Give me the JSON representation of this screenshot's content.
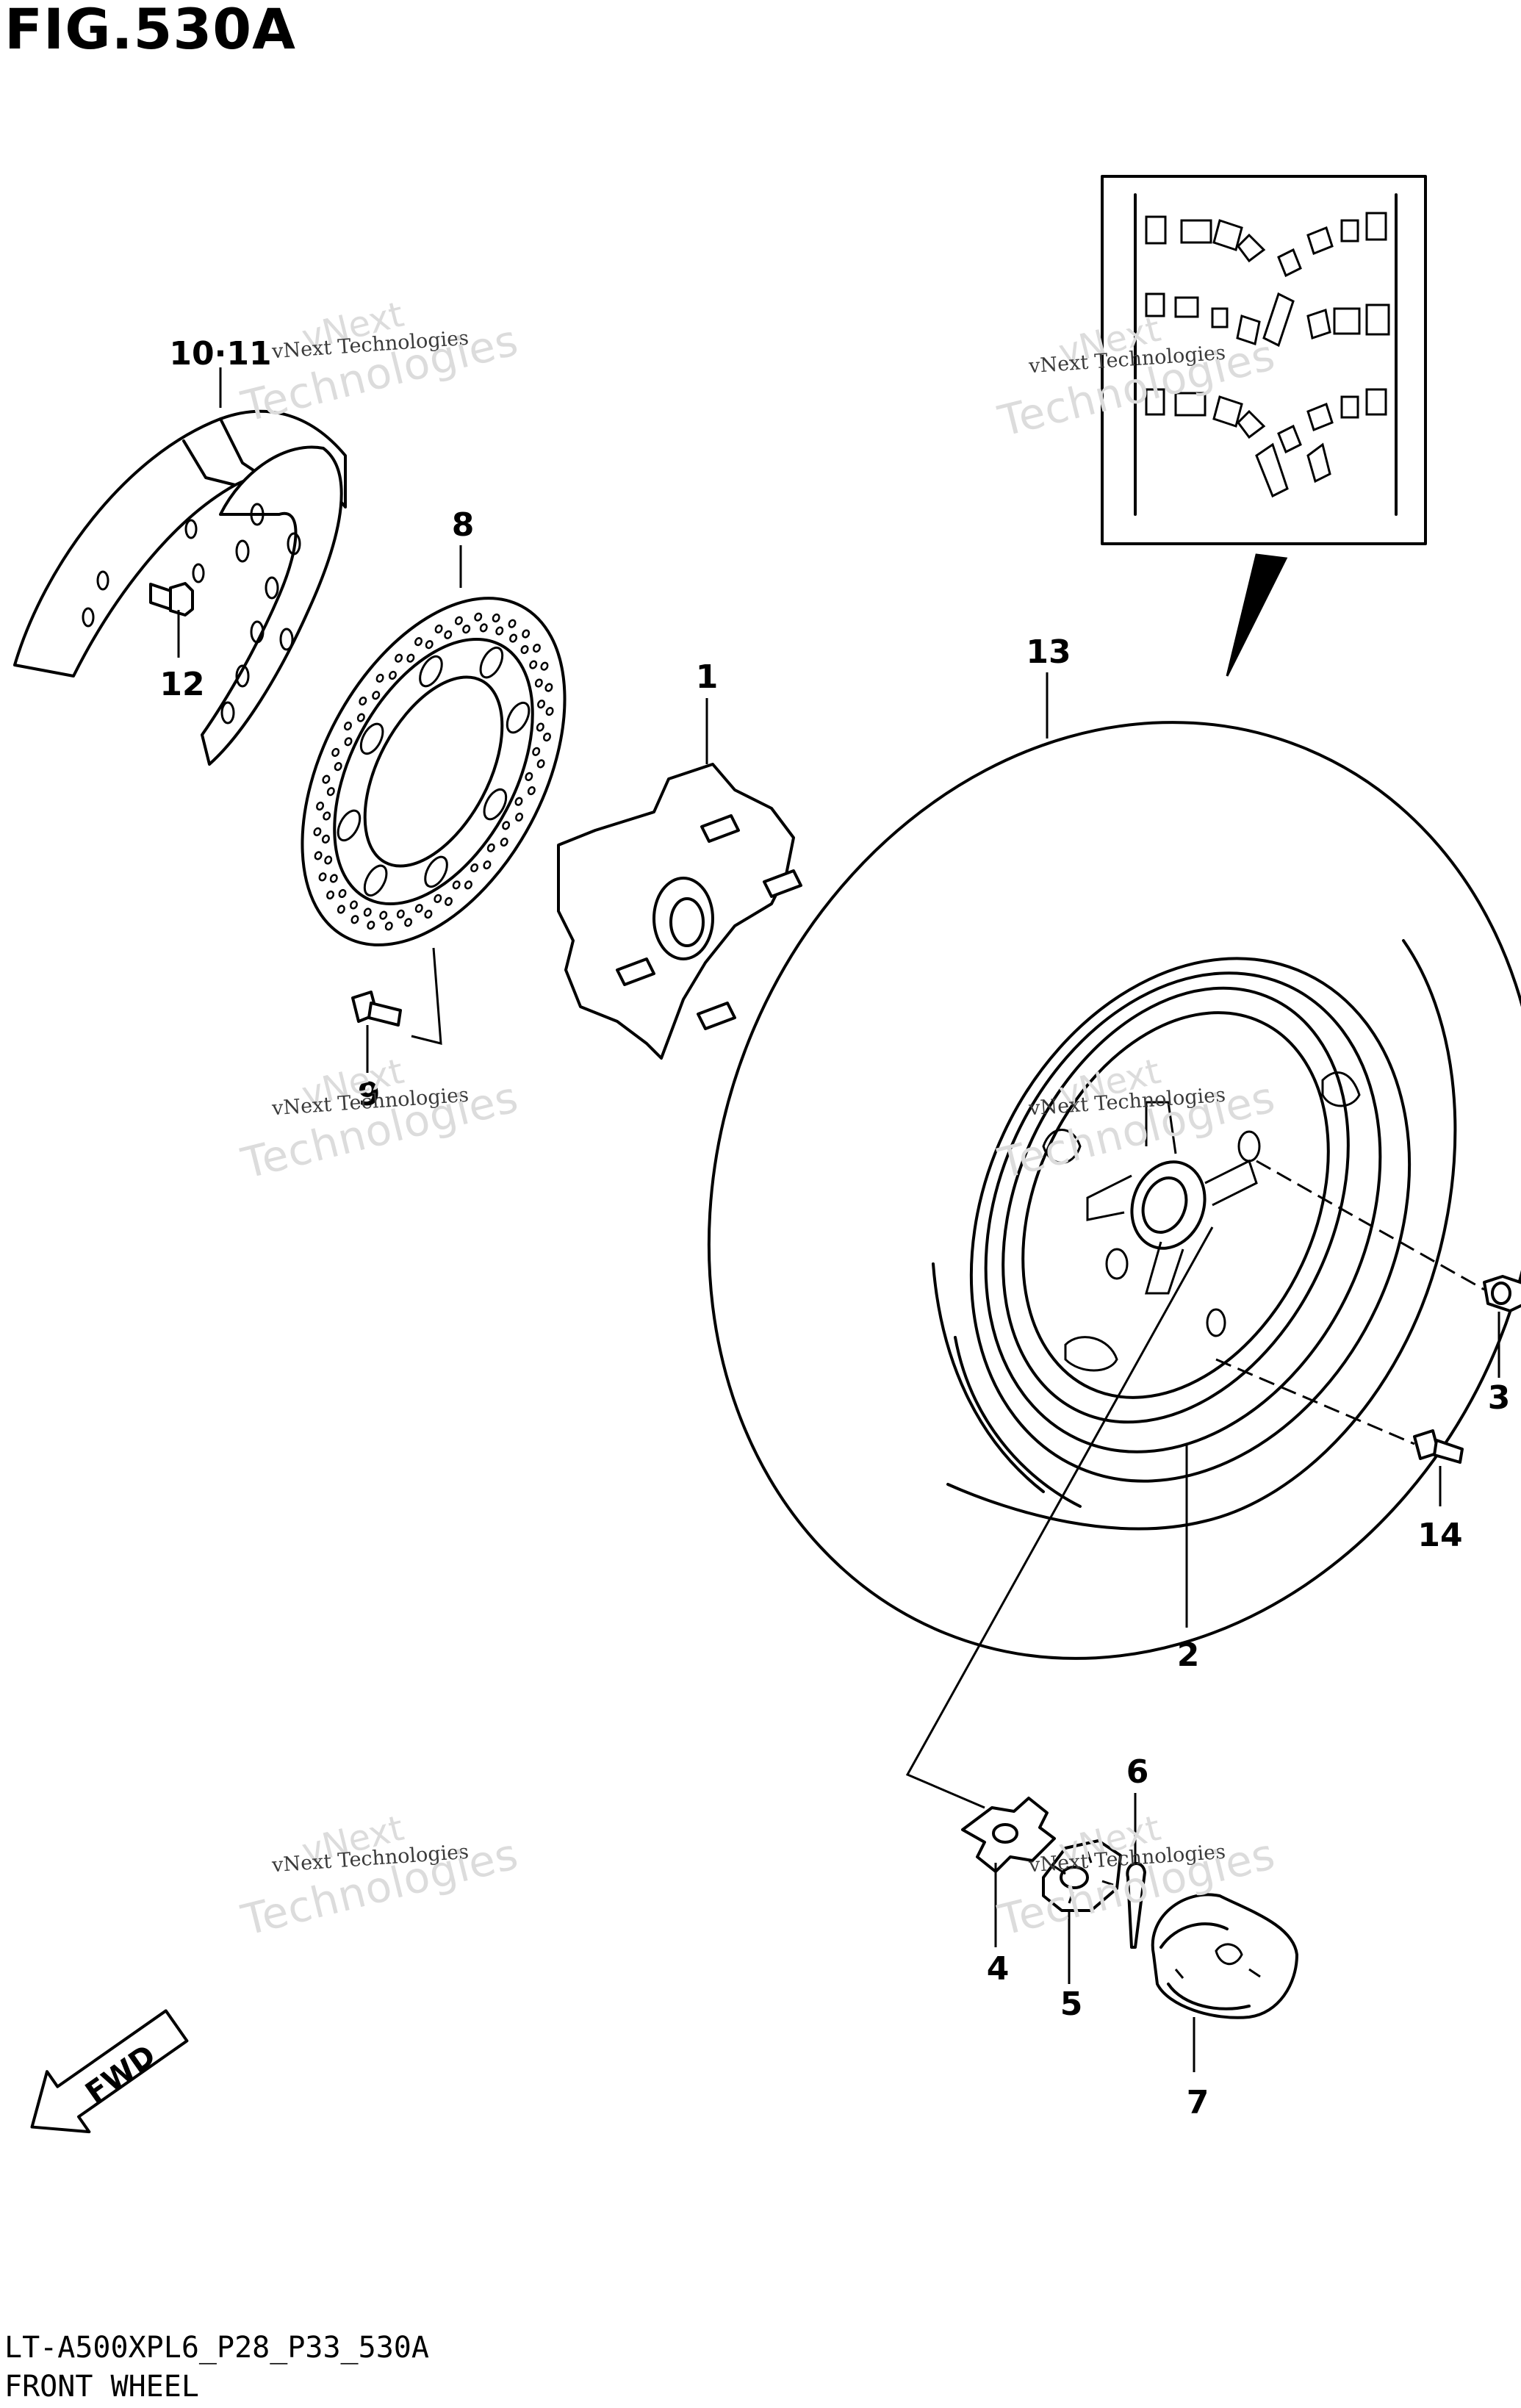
{
  "figure": {
    "title": "FIG.530A",
    "model_code": "LT-A500XPL6_P28_P33_530A",
    "caption": "FRONT WHEEL"
  },
  "callouts": [
    {
      "id": "part-10-11",
      "label": "10·11"
    },
    {
      "id": "part-12",
      "label": "12"
    },
    {
      "id": "part-8",
      "label": "8"
    },
    {
      "id": "part-1",
      "label": "1"
    },
    {
      "id": "part-13",
      "label": "13"
    },
    {
      "id": "part-9",
      "label": "9"
    },
    {
      "id": "part-3",
      "label": "3"
    },
    {
      "id": "part-14",
      "label": "14"
    },
    {
      "id": "part-2",
      "label": "2"
    },
    {
      "id": "part-6",
      "label": "6"
    },
    {
      "id": "part-4",
      "label": "4"
    },
    {
      "id": "part-5",
      "label": "5"
    },
    {
      "id": "part-7",
      "label": "7"
    }
  ],
  "fwd_arrow": {
    "label": "FWD",
    "icon": "fwd-arrow-icon"
  },
  "watermark": {
    "line1": "vNext",
    "line2": "vNext Technologies",
    "line3": "Technologies"
  }
}
